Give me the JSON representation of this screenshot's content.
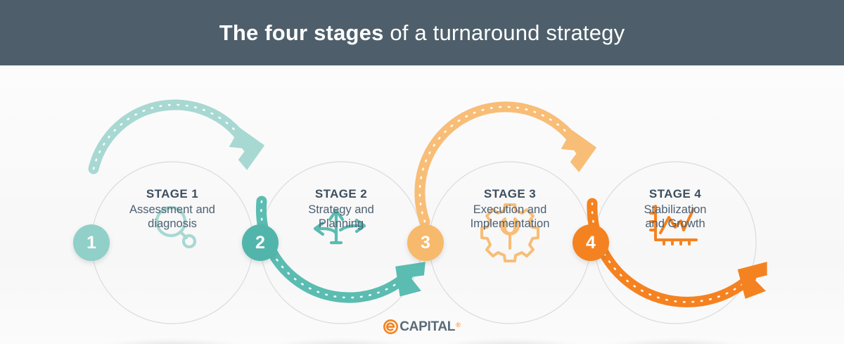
{
  "header": {
    "title_strong": "The four stages",
    "title_light": " of a turnaround strategy"
  },
  "diagram": {
    "type": "process-flow",
    "stage_count": 4,
    "stages": [
      {
        "number": "1",
        "title": "STAGE 1",
        "description": "Assessment and diagnosis",
        "desc_line1": "Assessment and",
        "desc_line2": "diagnosis",
        "icon": "magnifier-icon",
        "badge_color": "#91cfc9",
        "arc_color": "#a8d8d2",
        "arc_direction": "over"
      },
      {
        "number": "2",
        "title": "STAGE 2",
        "description": "Strategy and Planning",
        "desc_line1": "Strategy and",
        "desc_line2": "Planning",
        "icon": "branching-arrows-icon",
        "badge_color": "#52b5ab",
        "arc_color": "#5bbcb1",
        "arc_direction": "under"
      },
      {
        "number": "3",
        "title": "STAGE 3",
        "description": "Execution and Implementation",
        "desc_line1": "Execution and",
        "desc_line2": "Implementation",
        "icon": "gear-wrench-icon",
        "badge_color": "#f7b96b",
        "arc_color": "#f8bd76",
        "arc_direction": "over"
      },
      {
        "number": "4",
        "title": "STAGE 4",
        "description": "Stabilization and Growth",
        "desc_line1": "Stabilization",
        "desc_line2": "and Growth",
        "icon": "growth-chart-icon",
        "badge_color": "#f58220",
        "arc_color": "#f58220",
        "arc_direction": "under"
      }
    ]
  },
  "footer": {
    "logo_mark": "e-circle-icon",
    "logo_text": "CAPITAL",
    "logo_registered": "®"
  },
  "colors": {
    "header_bg": "#4e5f6b",
    "canvas_bg": "#fbfbfb",
    "teal_light": "#a8d8d2",
    "teal_dark": "#52b5ab",
    "orange_light": "#f7b96b",
    "orange_dark": "#f58220",
    "text_dark": "#3d4f5f",
    "text_body": "#4d6073",
    "ring_gray": "#d8dade"
  }
}
